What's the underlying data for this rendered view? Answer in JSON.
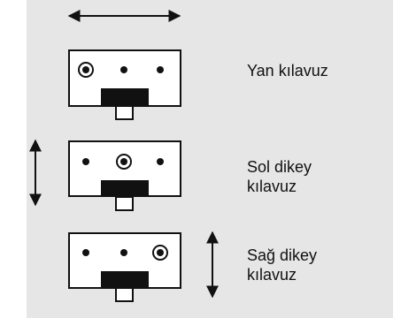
{
  "colors": {
    "background": "#ffffff",
    "panel": "#e6e6e6",
    "ink": "#111111"
  },
  "rows": [
    {
      "label_lines": [
        "Yan kılavuz"
      ],
      "selected_hole": "left",
      "arrow": "horizontal-double-arrow-icon"
    },
    {
      "label_lines": [
        "Sol dikey",
        "kılavuz"
      ],
      "selected_hole": "middle",
      "arrow": "vertical-double-arrow-icon-left"
    },
    {
      "label_lines": [
        "Sağ dikey",
        "kılavuz"
      ],
      "selected_hole": "right",
      "arrow": "vertical-double-arrow-icon-right"
    }
  ]
}
